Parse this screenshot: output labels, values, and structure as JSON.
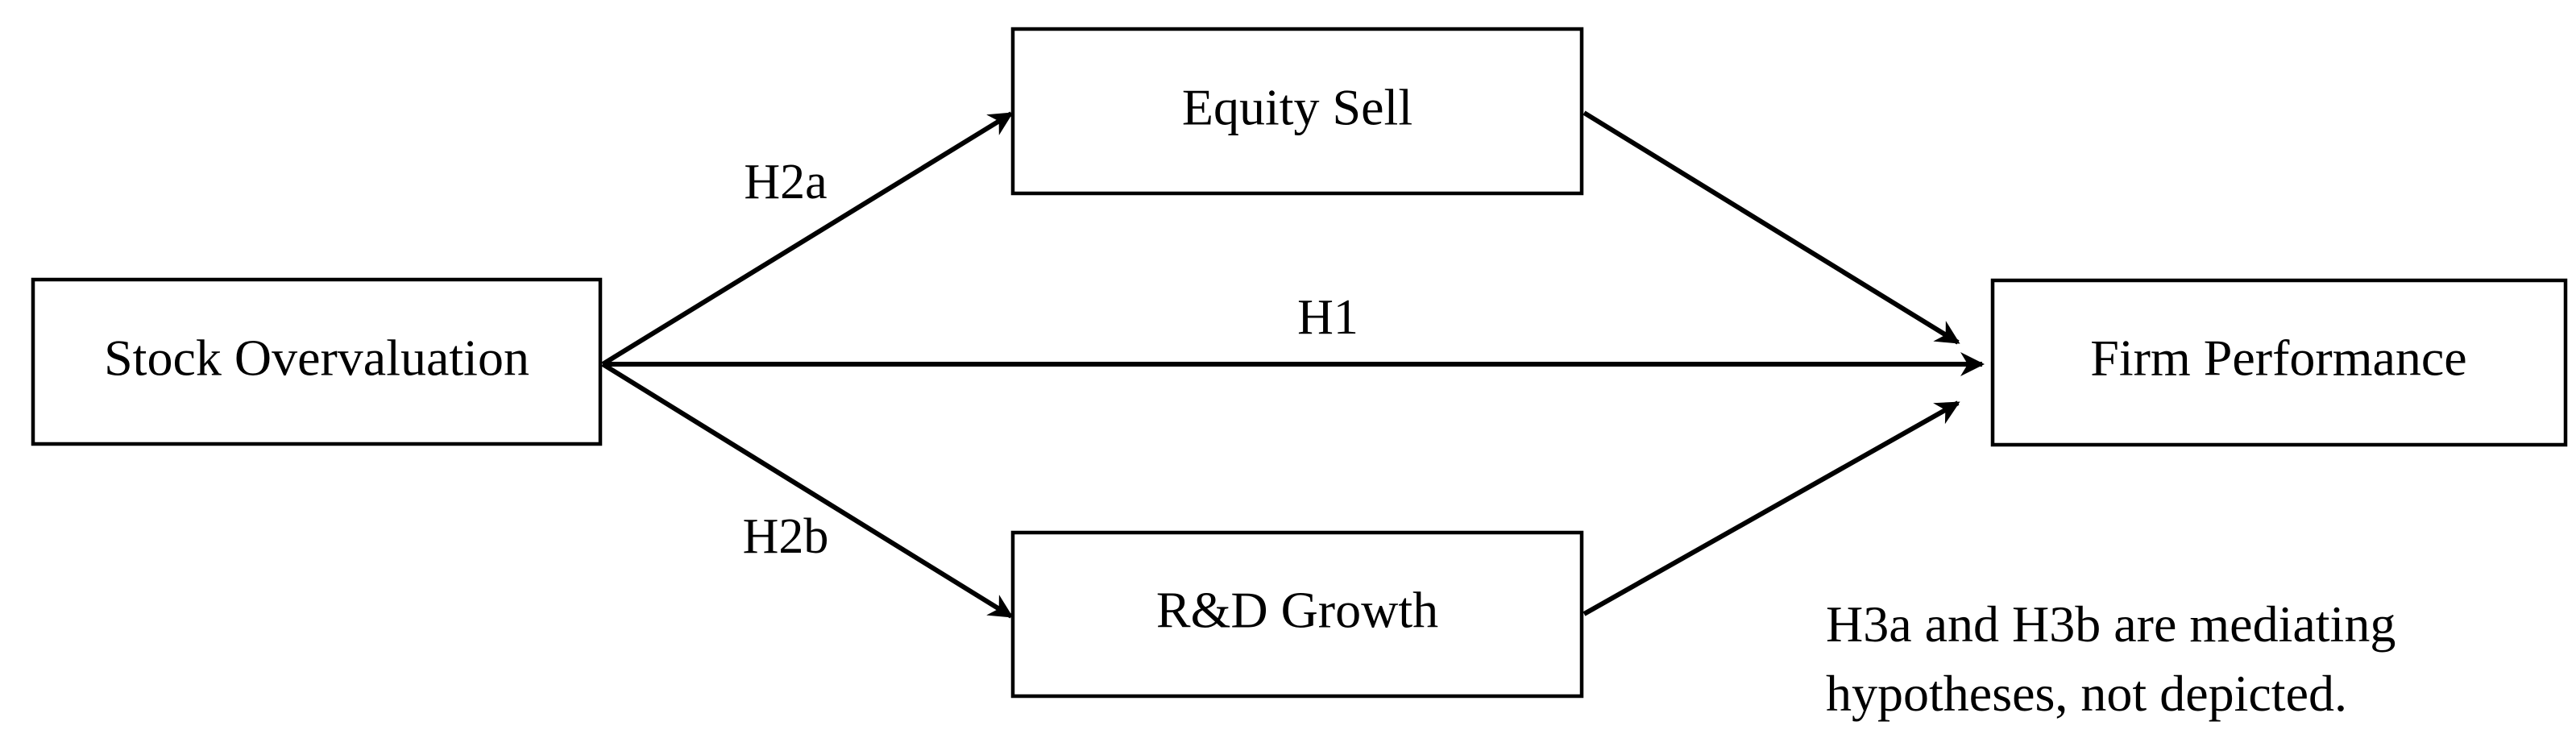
{
  "nodes": {
    "stock_overvaluation": "Stock Overvaluation",
    "equity_sell": "Equity Sell",
    "rd_growth": "R&D Growth",
    "firm_performance": "Firm Performance"
  },
  "edges": {
    "h1": "H1",
    "h2a": "H2a",
    "h2b": "H2b"
  },
  "note": {
    "line1": "H3a and H3b are mediating",
    "line2": "hypotheses, not depicted."
  }
}
